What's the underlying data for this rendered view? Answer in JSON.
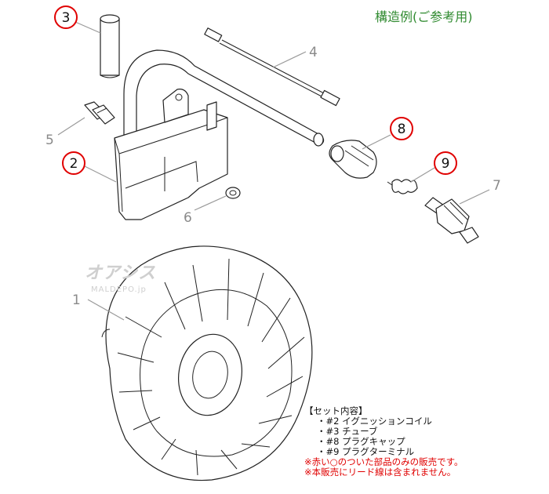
{
  "header": {
    "title": "構造例(ご参考用)"
  },
  "watermark": {
    "brand": "オアシス",
    "sub": "MALDEPO.jp"
  },
  "callouts": {
    "c1": "1",
    "c2": "2",
    "c3": "3",
    "c4": "4",
    "c5": "5",
    "c6": "6",
    "c7": "7",
    "c8": "8",
    "c9": "9"
  },
  "highlighted_parts": [
    "2",
    "3",
    "8",
    "9"
  ],
  "notes": {
    "heading": "【セット内容】",
    "items": [
      "・#2 イグニッションコイル",
      "・#3 チューブ",
      "・#8 プラグキャップ",
      "・#9 プラグターミナル"
    ],
    "remarks": [
      "※赤い○のついた部品のみの販売です。",
      "※本販売にリード線は含まれません。"
    ]
  },
  "colors": {
    "title": "#2f8a2f",
    "highlight": "#e00000",
    "callout_gray": "#8a8a8a"
  }
}
